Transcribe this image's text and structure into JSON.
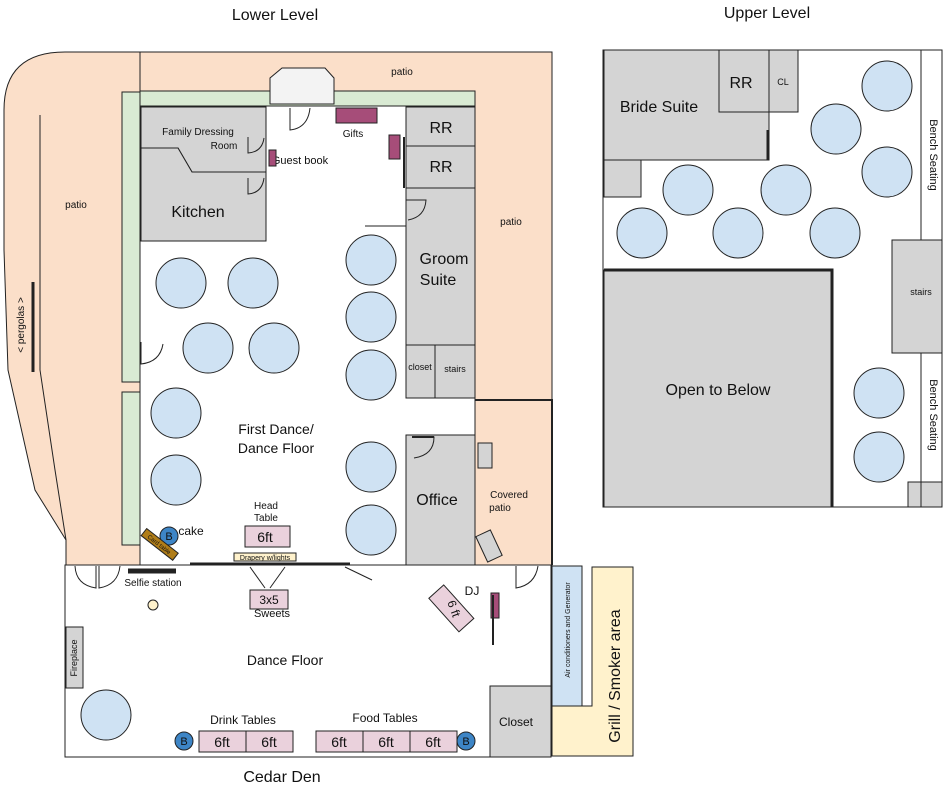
{
  "titles": {
    "lower": "Lower Level",
    "upper": "Upper Level",
    "cedar": "Cedar Den"
  },
  "colors": {
    "patio": "#fbdfc9",
    "room_gray": "#d4d4d4",
    "table_blue": "#cfe2f3",
    "wall_green": "#d9ead3",
    "pink_table": "#ead1dc",
    "maroon": "#a64d79",
    "ac_blue": "#cfe2f3",
    "grill_yellow": "#fff2cc",
    "marker_blue": "#3d85c6"
  },
  "lower": {
    "patio_top": "patio",
    "patio_left": "patio",
    "patio_right": "patio",
    "pergolas": "< pergolas >",
    "family_dressing": [
      "Family Dressing",
      "Room"
    ],
    "guest_book": "Guest book",
    "gifts": "Gifts",
    "rr1": "RR",
    "rr2": "RR",
    "kitchen": "Kitchen",
    "groom_suite": [
      "Groom",
      "Suite"
    ],
    "closet": "closet",
    "stairs": "stairs",
    "first_dance": [
      "First Dance/",
      "Dance Floor"
    ],
    "office": "Office",
    "covered_patio": [
      "Covered",
      "patio"
    ],
    "head_table_label": [
      "Head",
      "Table"
    ],
    "head_table_size": "6ft",
    "drapery": "Drapery w/lights",
    "cake": "cake",
    "card_table": "Card table",
    "marker_b": "B",
    "selfie": "Selfie station"
  },
  "cedar": {
    "sweets_size": "3x5",
    "sweets": "Sweets",
    "dj": "DJ",
    "dj_table": "6 ft",
    "dance_floor": "Dance Floor",
    "fireplace": "Fireplace",
    "drink_tables": "Drink Tables",
    "food_tables": "Food Tables",
    "drink_sizes": [
      "6ft",
      "6ft"
    ],
    "food_sizes": [
      "6ft",
      "6ft",
      "6ft"
    ],
    "closet": "Closet",
    "ac": "Air conditioners and Generator",
    "grill": "Grill / Smoker area",
    "marker_b": "B"
  },
  "upper": {
    "bride_suite": "Bride Suite",
    "rr": "RR",
    "cl": "CL",
    "bench_top": "Bench Seating",
    "bench_bottom": "Bench Seating",
    "stairs": "stairs",
    "open_below": "Open to Below"
  }
}
